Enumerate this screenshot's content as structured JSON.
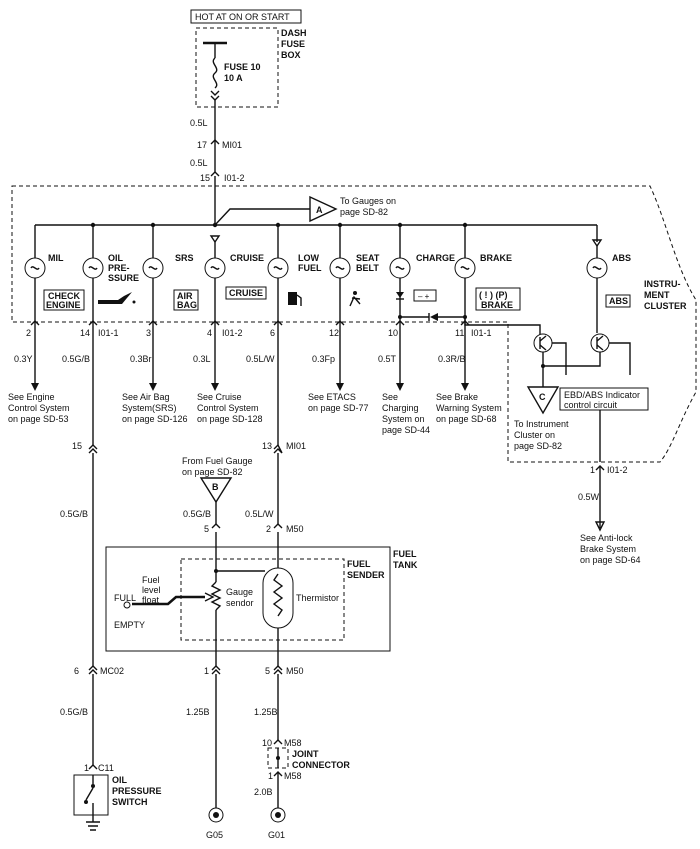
{
  "title": "HOT AT ON OR START",
  "fuse_box": {
    "label_1": "DASH",
    "label_2": "FUSE",
    "label_3": "BOX",
    "fuse_name": "FUSE 10",
    "fuse_rating": "10 A"
  },
  "wires": {
    "w_top_1": "0.5L",
    "w_top_2": "0.5L",
    "w_mil": "0.3Y",
    "w_oil": "0.5G/B",
    "w_srs": "0.3Br",
    "w_cruise": "0.3L",
    "w_fuel": "0.5L/W",
    "w_seat": "0.3Fp",
    "w_charge": "0.5T",
    "w_brake": "0.3R/B",
    "w_oil_2": "0.5G/B",
    "w_fuel_2": "0.5L/W",
    "w_gauge": "0.5G/B",
    "w_oil_3": "0.5G/B",
    "w_gnd_1": "1.25B",
    "w_gnd_2": "1.25B",
    "w_gnd_3": "2.0B",
    "w_abs": "0.5W"
  },
  "connectors": {
    "c_17": "17",
    "c_mi01": "MI01",
    "c_15": "15",
    "c_i012": "I01-2",
    "c_2": "2",
    "c_14": "14",
    "c_i011": "I01-1",
    "c_3": "3",
    "c_4": "4",
    "c_i012b": "I01-2",
    "c_6": "6",
    "c_12": "12",
    "c_10": "10",
    "c_11": "11",
    "c_i011b": "I01-1",
    "c_15b": "15",
    "c_13": "13",
    "c_mi01b": "MI01",
    "c_5": "5",
    "c_2b": "2",
    "c_m50": "M50",
    "c_6b": "6",
    "c_mc02": "MC02",
    "c_1": "1",
    "c_5b": "5",
    "c_m50b": "M50",
    "c_10b": "10",
    "c_m58": "M58",
    "c_1b": "1",
    "c_m58b": "M58",
    "c_1c": "1",
    "c_c11": "C11",
    "c_1d": "1",
    "c_i012c": "I01-2"
  },
  "gauges_ref": {
    "line_1": "To Gauges on",
    "line_2": "page SD-82",
    "marker": "A"
  },
  "indicators": {
    "mil": "MIL",
    "oil": "OIL",
    "oil_2": "PRE-",
    "oil_3": "SSURE",
    "srs": "SRS",
    "cruise": "CRUISE",
    "low": "LOW",
    "fuel": "FUEL",
    "seat": "SEAT",
    "belt": "BELT",
    "charge": "CHARGE",
    "brake": "BRAKE",
    "abs": "ABS"
  },
  "badges": {
    "check_1": "CHECK",
    "check_2": "ENGINE",
    "air_1": "AIR",
    "air_2": "BAG",
    "cruise": "CRUISE",
    "brake_sym": "( ! ) (P)",
    "brake": "BRAKE",
    "abs": "ABS"
  },
  "cluster": {
    "label_1": "INSTRU-",
    "label_2": "MENT",
    "label_3": "CLUSTER"
  },
  "refs": {
    "eng_1": "See Engine",
    "eng_2": "Control System",
    "eng_3": "on page SD-53",
    "srs_1": "See Air Bag",
    "srs_2": "System(SRS)",
    "srs_3": "on page SD-126",
    "cru_1": "See Cruise",
    "cru_2": "Control System",
    "cru_3": "on page SD-128",
    "eta_1": "See ETACS",
    "eta_2": "on page SD-77",
    "chg_1": "See",
    "chg_2": "Charging",
    "chg_3": "System on",
    "chg_4": "page SD-44",
    "brk_1": "See Brake",
    "brk_2": "Warning System",
    "brk_3": "on page SD-68",
    "ic_1": "To Instrument",
    "ic_2": "Cluster on",
    "ic_3": "page SD-82",
    "ic_marker": "C",
    "ebd_1": "EBD/ABS Indicator",
    "ebd_2": "control circuit",
    "abs_1": "See Anti-lock",
    "abs_2": "Brake System",
    "abs_3": "on page SD-64",
    "fg_1": "From Fuel Gauge",
    "fg_2": "on page SD-82",
    "fg_marker": "B"
  },
  "tank": {
    "label_1": "FUEL",
    "label_2": "TANK",
    "sender_1": "FUEL",
    "sender_2": "SENDER",
    "float_1": "Fuel",
    "float_2": "level",
    "float_3": "float",
    "full": "FULL",
    "empty": "EMPTY",
    "gauge_1": "Gauge",
    "gauge_2": "sendor",
    "thermistor": "Thermistor"
  },
  "joint": {
    "label_1": "JOINT",
    "label_2": "CONNECTOR"
  },
  "oil_switch": {
    "label_1": "OIL",
    "label_2": "PRESSURE",
    "label_3": "SWITCH"
  },
  "grounds": {
    "g1": "G05",
    "g2": "G01"
  }
}
